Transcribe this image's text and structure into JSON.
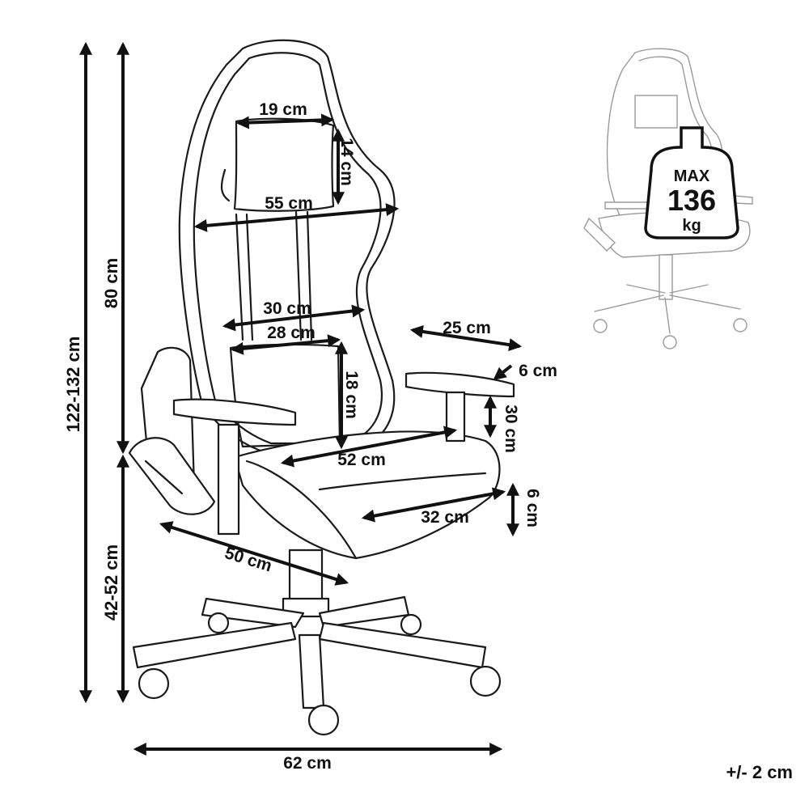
{
  "dimensions": {
    "pillow_width": "19 cm",
    "pillow_height": "14 cm",
    "shoulder_width": "55 cm",
    "back_width": "30 cm",
    "lumbar_width": "28 cm",
    "lumbar_height": "18 cm",
    "backrest_height": "80 cm",
    "total_height": "122-132 cm",
    "seat_height": "42-52 cm",
    "armrest_length": "25 cm",
    "armrest_width": "6 cm",
    "armrest_height": "30 cm",
    "seat_depth": "52 cm",
    "seat_width": "32 cm",
    "seat_thickness": "6 cm",
    "seat_diagonal": "50 cm",
    "base_width": "62 cm"
  },
  "weight_badge": {
    "label_top": "MAX",
    "value": "136",
    "unit": "kg"
  },
  "tolerance": "+/- 2 cm"
}
